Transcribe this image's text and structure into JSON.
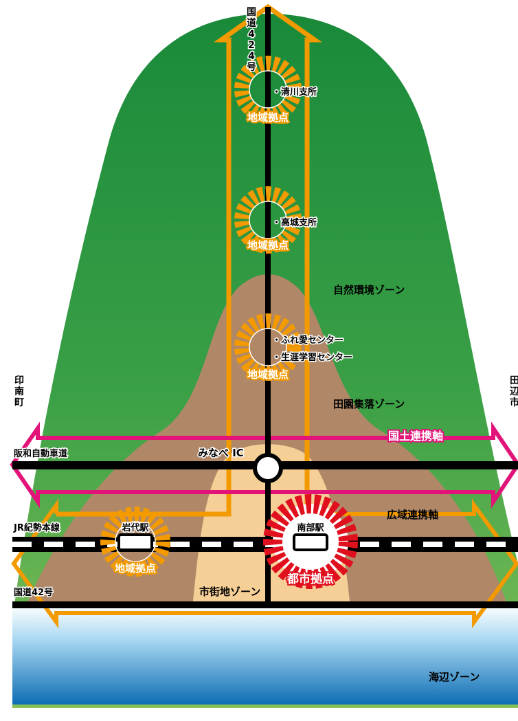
{
  "roads": {
    "route424_label": "国道424号",
    "route424_chars": [
      "国",
      "道",
      "4",
      "2",
      "4",
      "号"
    ],
    "hanwa_label": "阪和自動車道",
    "jr_label": "JR紀勢本線",
    "route42_label": "国道42号",
    "ic_label": "みなべ IC"
  },
  "towns": {
    "inami_chars": [
      "印",
      "南",
      "町"
    ],
    "tanabe_chars": [
      "田",
      "辺",
      "市"
    ]
  },
  "hubs": {
    "kiyokawa": {
      "place": "・清川支所",
      "role": "地域拠点"
    },
    "takagi": {
      "place": "・高城支所",
      "role": "地域拠点"
    },
    "center": {
      "place1": "・ふれ愛センター",
      "place2": "・生涯学習センター",
      "role": "地域拠点"
    },
    "iwashiro": {
      "station": "岩代駅",
      "role": "地域拠点"
    },
    "minabe": {
      "station": "南部駅",
      "role": "都市拠点"
    }
  },
  "axes": {
    "national": "国土連携軸",
    "regional": "広域連携軸"
  },
  "zones": {
    "nature": "自然環境ゾーン",
    "rural": "田園集落ゾーン",
    "urban": "市街地ゾーン",
    "coast": "海辺ゾーン"
  },
  "colors": {
    "green_top": "#1a8a3a",
    "green_bottom": "#7dbb52",
    "brown": "#b08868",
    "peach": "#f6cf97",
    "orange": "#f29a00",
    "magenta": "#e2147a",
    "red": "#e0101e",
    "sea_top": "#ffffff",
    "sea_bottom": "#0a6cb3"
  }
}
